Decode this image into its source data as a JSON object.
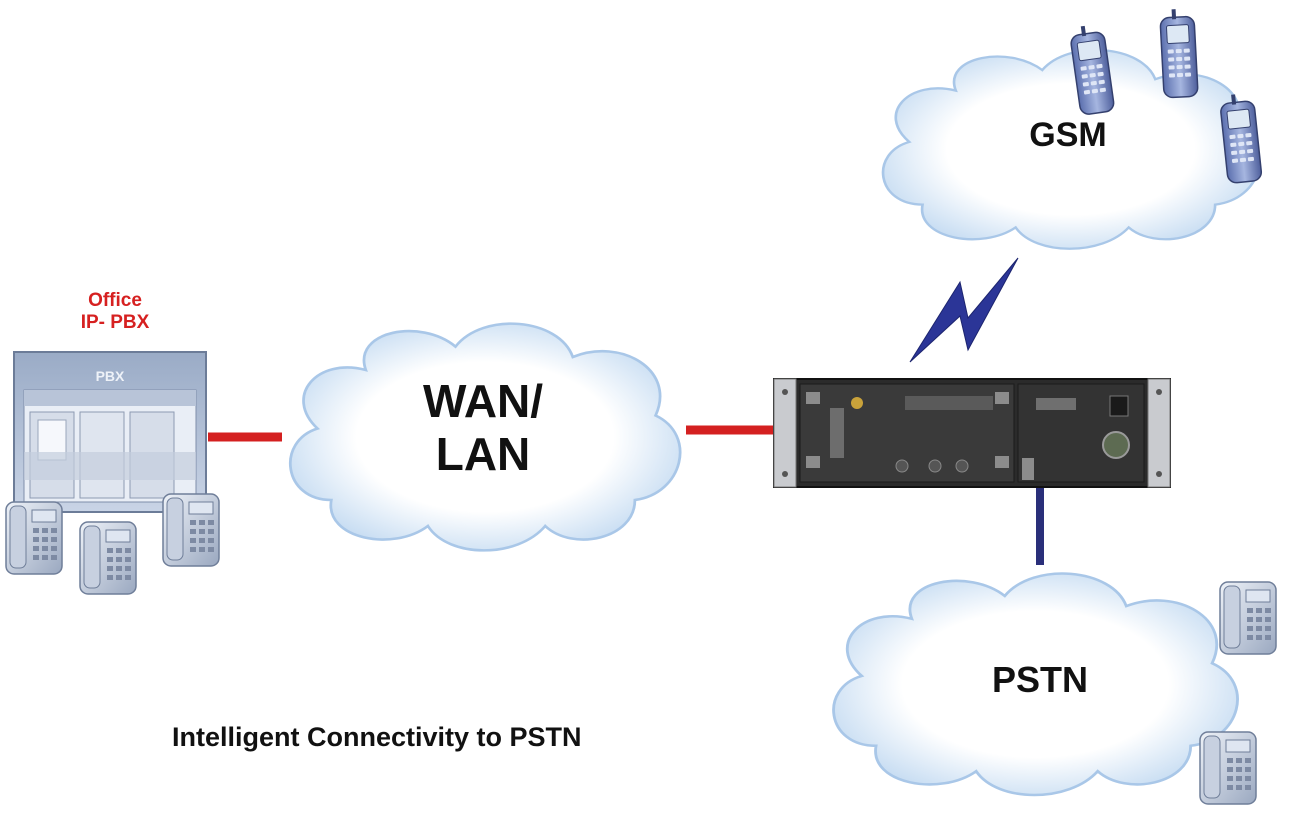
{
  "office": {
    "line1": "Office",
    "line2": "IP- PBX"
  },
  "pbx": {
    "label": "PBX"
  },
  "clouds": {
    "wan": {
      "line1": "WAN/",
      "line2": "LAN"
    },
    "gsm": {
      "label": "GSM"
    },
    "pstn": {
      "label": "PSTN"
    }
  },
  "caption": "Intelligent Connectivity to PSTN",
  "colors": {
    "link_ip": "#d42020",
    "link_pstn": "#2a2f7a",
    "wireless_bolt": "#2b3597",
    "cloud_fill": "#ffffff",
    "cloud_edge": "#b8d3ee",
    "office_text": "#d62020"
  },
  "icons": [
    "pbx-cabinet-icon",
    "desk-phone-icon",
    "mobile-phone-icon",
    "gateway-device-icon",
    "lightning-bolt-icon",
    "cloud-icon"
  ]
}
